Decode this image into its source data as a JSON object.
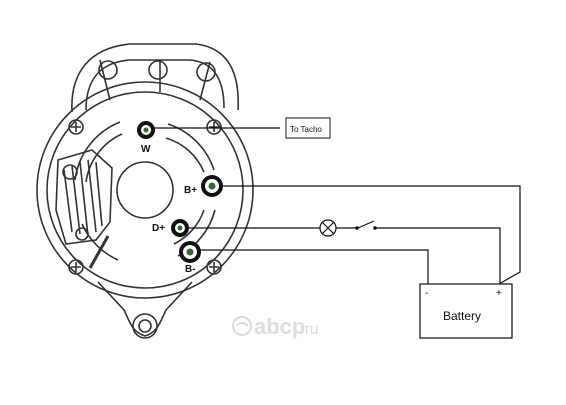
{
  "terminals": {
    "w": "W",
    "b_plus": "B+",
    "d_plus": "D+",
    "b_minus": "B-"
  },
  "tacho_box": {
    "label": "To Tacho"
  },
  "battery": {
    "label": "Battery",
    "minus": "-",
    "plus": "+"
  },
  "watermark": {
    "brand": "abcp",
    "tld": ".ru"
  },
  "colors": {
    "line": "#111111",
    "stroke_light": "#333333",
    "terminal_green": "#2f6b2f",
    "watermark": "#dddddd"
  }
}
